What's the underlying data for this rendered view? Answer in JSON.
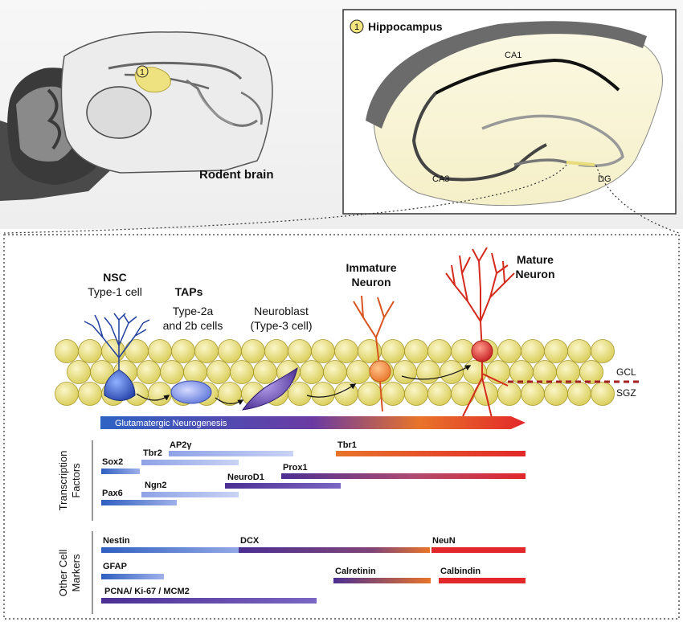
{
  "brain": {
    "label": "Rodent brain",
    "marker_number": "1"
  },
  "hippocampus_panel": {
    "title": "Hippocampus",
    "marker_number": "1",
    "regions": {
      "ca1": "CA1",
      "ca3": "CA3",
      "dg": "DG"
    }
  },
  "cells": {
    "nsc_title": "NSC",
    "nsc_sub": "Type-1 cell",
    "taps_title": "TAPs",
    "taps_sub1": "Type-2a",
    "taps_sub2": "and 2b cells",
    "neuroblast_sub1": "Neuroblast",
    "neuroblast_sub2": "(Type-3 cell)",
    "immature_1": "Immature",
    "immature_2": "Neuron",
    "mature_1": "Mature",
    "mature_2": "Neuron",
    "layer_gcl": "GCL",
    "layer_sgz": "SGZ"
  },
  "progression_arrow": "Glutamatergic Neurogenesis",
  "groups": {
    "tf_1": "Transcription",
    "tf_2": "Factors",
    "ocm_1": "Other Cell",
    "ocm_2": "Markers"
  },
  "markers": {
    "sox2": "Sox2",
    "tbr2": "Tbr2",
    "ap2y": "AP2γ",
    "tbr1": "Tbr1",
    "prox1": "Prox1",
    "neurod1": "NeuroD1",
    "pax6": "Pax6",
    "ngn2": "Ngn2",
    "nestin": "Nestin",
    "dcx": "DCX",
    "neun": "NeuN",
    "gfap": "GFAP",
    "calretinin": "Calretinin",
    "calbindin": "Calbindin",
    "pcna": "PCNA/ Ki-67 / MCM2"
  },
  "colors": {
    "early_blue": "#2f5fc0",
    "light_blue": "#a9b8ee",
    "purple": "#4b2f93",
    "orange": "#e8742a",
    "red": "#e2282a",
    "yellow_cell": "#eee483"
  }
}
